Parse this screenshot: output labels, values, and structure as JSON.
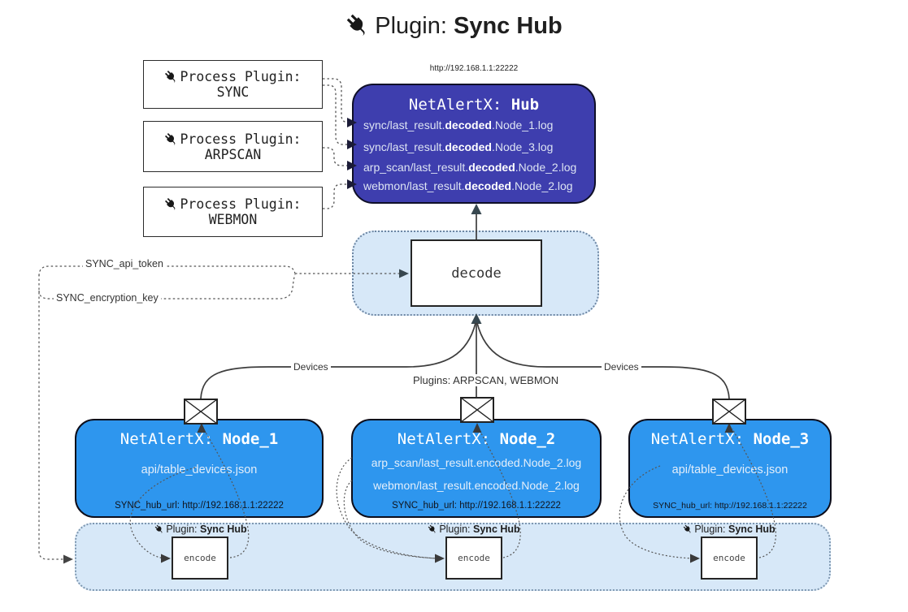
{
  "title": {
    "label": "Plugin: ",
    "bold": "Sync Hub"
  },
  "process_plugins": [
    {
      "label": "Process Plugin:",
      "name": "SYNC"
    },
    {
      "label": "Process Plugin:",
      "name": "ARPSCAN"
    },
    {
      "label": "Process Plugin:",
      "name": "WEBMON"
    }
  ],
  "hub": {
    "url": "http://192.168.1.1:22222",
    "title": "NetAlertX: ",
    "title_bold": "Hub",
    "items": [
      {
        "pre": "sync/last_result.",
        "bold": "decoded",
        "post": ".Node_1.log"
      },
      {
        "pre": "sync/last_result.",
        "bold": "decoded",
        "post": ".Node_3.log"
      },
      {
        "pre": "arp_scan/last_result.",
        "bold": "decoded",
        "post": ".Node_2.log"
      },
      {
        "pre": "webmon/last_result.",
        "bold": "decoded",
        "post": ".Node_2.log"
      }
    ]
  },
  "decode": {
    "label": "decode"
  },
  "settings": {
    "api_token": "SYNC_api_token",
    "encryption_key": "SYNC_encryption_key"
  },
  "edge_labels": {
    "left": "Devices",
    "middle": "Plugins: ARPSCAN, WEBMON",
    "right": "Devices"
  },
  "nodes": [
    {
      "title": "NetAlertX: ",
      "title_bold": "Node_1",
      "files": [
        "api/table_devices.json"
      ],
      "hub_url": "SYNC_hub_url: http://192.168.1.1:22222"
    },
    {
      "title": "NetAlertX: ",
      "title_bold": "Node_2",
      "files": [
        "arp_scan/last_result.encoded.Node_2.log",
        "webmon/last_result.encoded.Node_2.log"
      ],
      "hub_url": "SYNC_hub_url: http://192.168.1.1:22222"
    },
    {
      "title": "NetAlertX: ",
      "title_bold": "Node_3",
      "files": [
        "api/table_devices.json"
      ],
      "hub_url": "SYNC_hub_url: http://192.168.1.1:22222"
    }
  ],
  "encoders": [
    {
      "label": "Plugin: ",
      "bold": "Sync Hub",
      "box": "encode"
    },
    {
      "label": "Plugin: ",
      "bold": "Sync Hub",
      "box": "encode"
    },
    {
      "label": "Plugin: ",
      "bold": "Sync Hub",
      "box": "encode"
    }
  ],
  "colors": {
    "hub": "#3e3eae",
    "node": "#2e96ee",
    "band": "#d7e8f8",
    "arrow": "#37474f"
  }
}
